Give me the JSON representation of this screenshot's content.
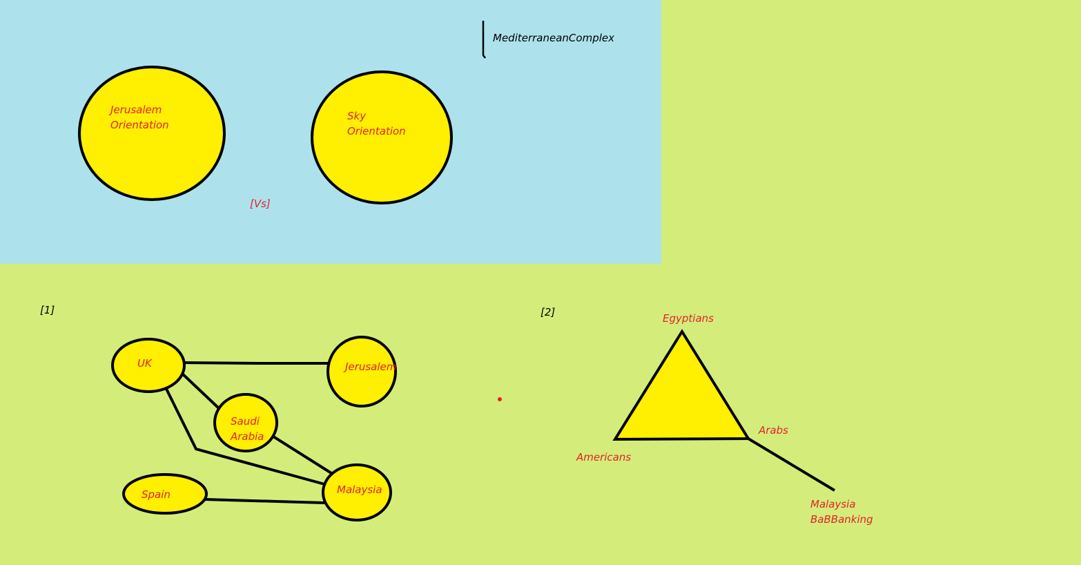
{
  "colors": {
    "background_green": "#d4ed7a",
    "panel_blue": "#ade2ec",
    "node_yellow": "#ffef00",
    "label_red": "#e4202c",
    "outline_black": "#000000"
  },
  "top_panel": {
    "title": "MediterraneanComplex",
    "left_circle": {
      "line1": "Jerusalem",
      "line2": "Orientation"
    },
    "right_circle": {
      "line1": "Sky",
      "line2": "Orientation"
    },
    "versus_label": "[Vs]"
  },
  "diagram1": {
    "marker": "[1]",
    "nodes": {
      "uk": "UK",
      "jerusalem": "Jerusalem",
      "saudi_line1": "Saudi",
      "saudi_line2": "Arabia",
      "spain": "Spain",
      "malaysia": "Malaysia"
    }
  },
  "diagram2": {
    "marker": "[2]",
    "labels": {
      "egyptians": "Egyptians",
      "arabs": "Arabs",
      "americans": "Americans",
      "malaysia_line1": "Malaysia",
      "malaysia_line2": "BaBBanking"
    }
  }
}
